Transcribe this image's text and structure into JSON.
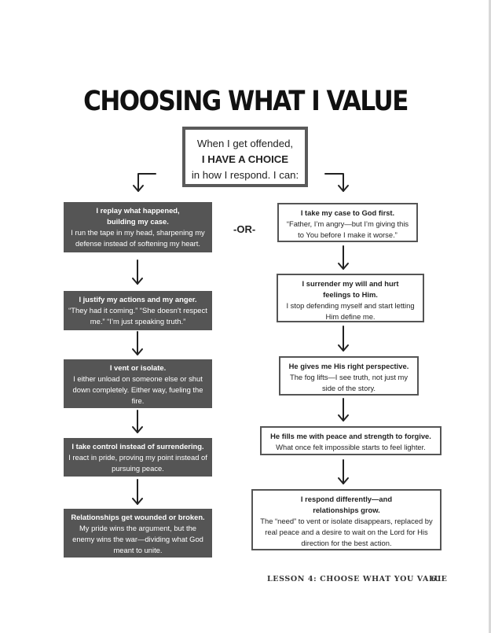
{
  "title": "CHOOSING WHAT I VALUE",
  "choice": {
    "line1": "When I get offended,",
    "line2": "I HAVE A CHOICE",
    "line3": "in how I respond. I can:"
  },
  "or_label": "-OR-",
  "left_steps": [
    {
      "heading": "I replay what happened, building my case.",
      "body": "I run the tape in my head, sharpening my defense instead of softening my heart."
    },
    {
      "heading": "I justify my actions and my anger.",
      "body": "“They had it coming.” “She doesn’t respect me.” “I’m just speaking truth.”"
    },
    {
      "heading": "I vent or isolate.",
      "body": "I either unload on someone else or shut down completely. Either way, fueling the fire."
    },
    {
      "heading": "I take control instead of surrendering.",
      "body": "I react in pride, proving my point instead of pursuing peace."
    },
    {
      "heading": "Relationships get wounded or broken.",
      "body": "My pride wins the argument, but the enemy wins the war—dividing what God meant to unite."
    }
  ],
  "right_steps": [
    {
      "heading": "I take my case to God first.",
      "body": "“Father, I’m angry—but I’m giving this to You before I make it worse.”"
    },
    {
      "heading": "I surrender my will and hurt feelings to Him.",
      "body": "I stop defending myself and start letting Him define me."
    },
    {
      "heading": "He gives me His right perspective.",
      "body": "The fog lifts—I see truth, not just my side of the story."
    },
    {
      "heading": "He fills me with peace and strength to forgive.",
      "body": "What once felt impossible starts to feel lighter."
    },
    {
      "heading": "I respond differently—and relationships grow.",
      "body": "The “need” to vent or isolate disappears, replaced by real peace and a desire to wait on the Lord for His direction for the best action."
    }
  ],
  "footer": {
    "lesson": "LESSON 4: CHOOSE WHAT YOU VALUE",
    "page": "61"
  },
  "colors": {
    "dark_box": "#555555",
    "border": "#5a5a5a",
    "text": "#222222"
  }
}
